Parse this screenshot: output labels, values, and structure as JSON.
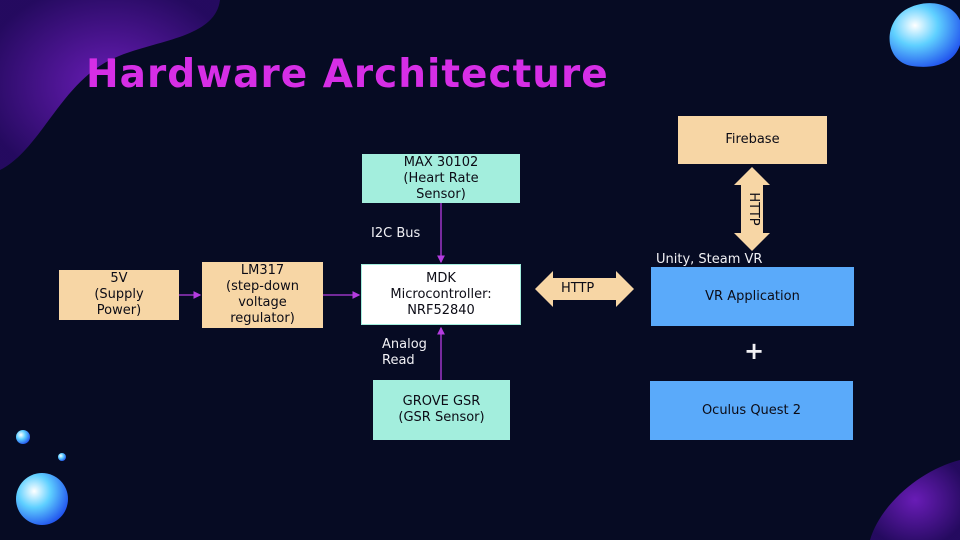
{
  "title": "Hardware Architecture",
  "colors": {
    "background": "#060b23",
    "title": "#d62ee6",
    "peach": "#f7d6a5",
    "mint": "#a3eedd",
    "blue": "#5aaafa",
    "white_box": "#ffffff",
    "connector": "#b43ce0"
  },
  "nodes": {
    "supply": "5V\n(Supply\nPower)",
    "regulator": "LM317\n(step-down\nvoltage\nregulator)",
    "sensor_hr": "MAX 30102\n(Heart Rate\nSensor)",
    "mcu": "MDK\nMicrocontroller:\nNRF52840",
    "gsr": "GROVE GSR\n(GSR Sensor)",
    "firebase": "Firebase",
    "vr_app": "VR Application",
    "oculus": "Oculus Quest 2"
  },
  "edge_labels": {
    "i2c": "I2C Bus",
    "analog": "Analog\nRead",
    "http_horizontal": "HTTP",
    "http_vertical": "HTTP",
    "unity": "Unity, Steam VR",
    "plus": "+"
  }
}
